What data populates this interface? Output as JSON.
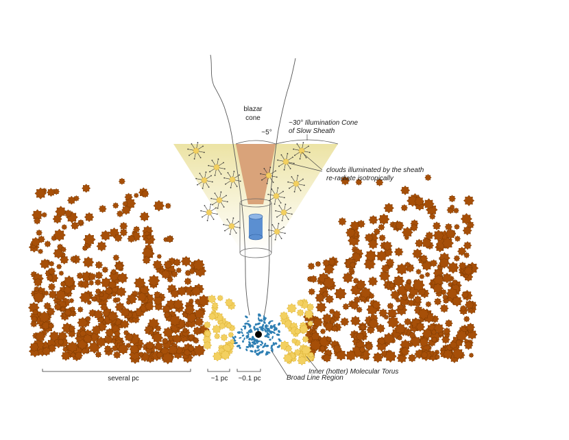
{
  "labels": {
    "blazar_cone_1": "blazar",
    "blazar_cone_2": "cone",
    "angle_5": "~5°",
    "illum_cone_1": "~30° Illumination Cone",
    "illum_cone_2": "of Slow Sheath",
    "clouds_1": "clouds illuminated by the sheath",
    "clouds_2": "re-radiate isotropically",
    "torus": "Inner (hotter) Molecular Torus",
    "blr": "Broad Line Region",
    "scale_several_pc": "several pc",
    "scale_1pc": "~1 pc",
    "scale_01pc": "~0.1 pc"
  },
  "colors": {
    "dust_cloud": "#a64f08",
    "dust_cloud_edge": "#7a3800",
    "torus_cloud": "#f3d060",
    "torus_cloud_edge": "#d9ae2e",
    "blr_cloud": "#2e7fb3",
    "black_hole": "#000000",
    "blazar_cone": "#d9a37a",
    "illum_cone_top": "#ece4a6",
    "illum_cone_bottom": "#ffffff",
    "jet_cylinder": "#5b8fd1"
  }
}
